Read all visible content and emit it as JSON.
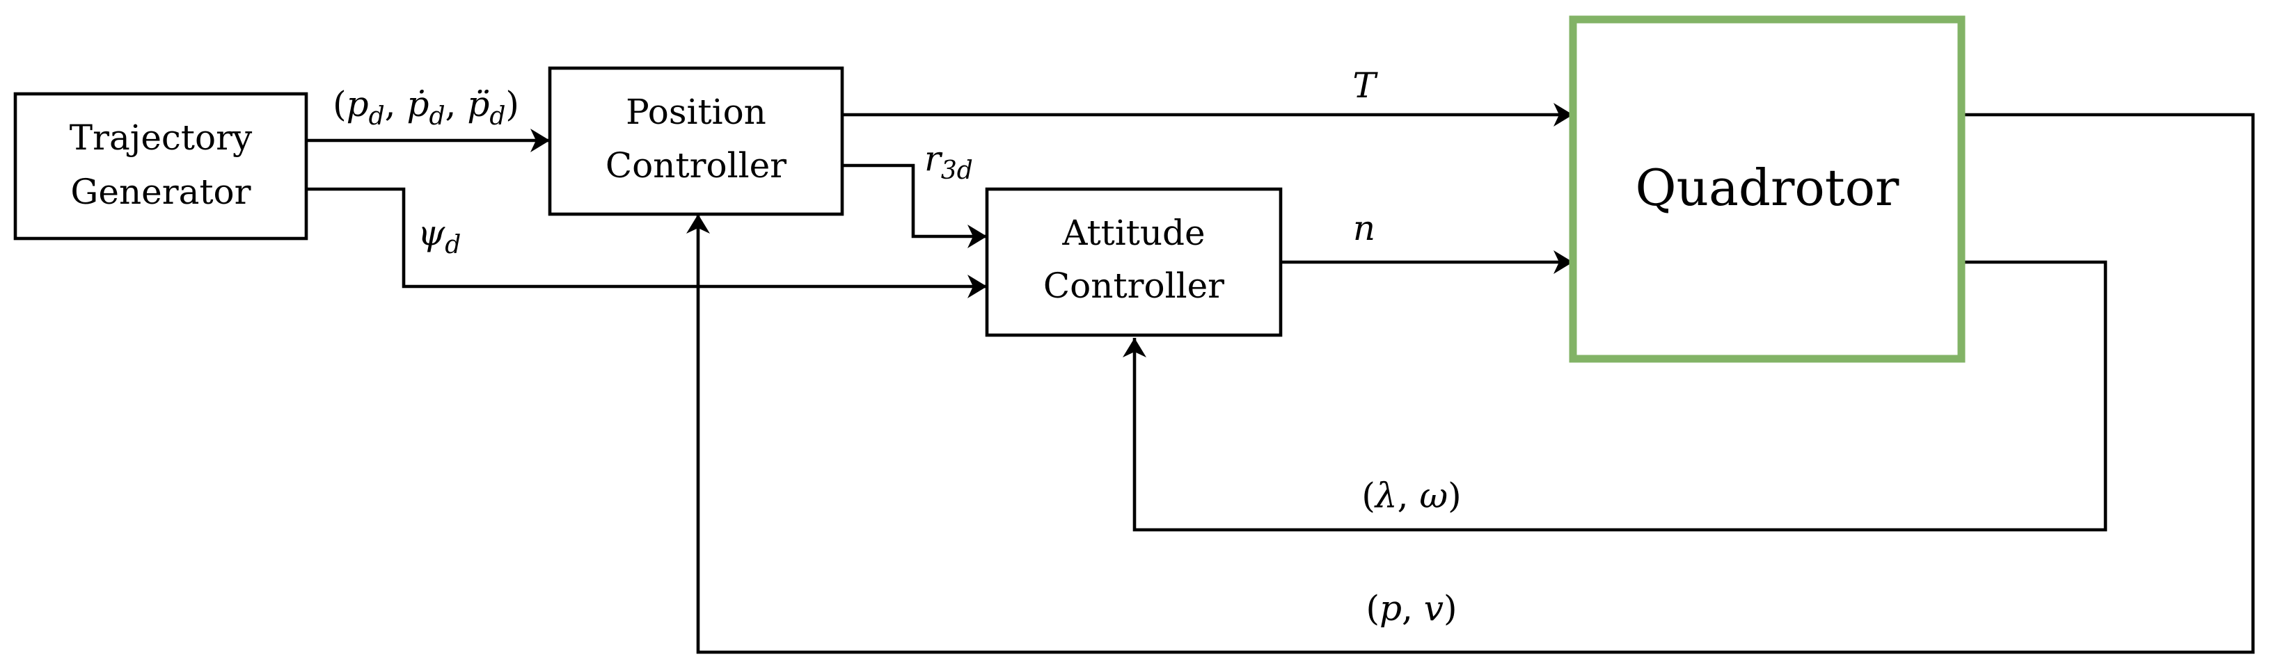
{
  "blocks": {
    "trajectory_generator": {
      "line1": "Trajectory",
      "line2": "Generator"
    },
    "position_controller": {
      "line1": "Position",
      "line2": "Controller"
    },
    "attitude_controller": {
      "line1": "Attitude",
      "line2": "Controller"
    },
    "quadrotor": {
      "label": "Quadrotor"
    }
  },
  "signals": {
    "desired_trajectory": {
      "open": "(",
      "p": "p",
      "p_sub": "d",
      "comma1": ", ",
      "pdot": "ṗ",
      "pdot_sub": "d",
      "comma2": ", ",
      "pddot": "p̈",
      "pddot_sub": "d",
      "close": ")"
    },
    "desired_yaw": {
      "symbol": "ψ",
      "sub": "d"
    },
    "desired_thrust_direction": {
      "symbol": "r",
      "sub": "3d"
    },
    "thrust": {
      "symbol": "T"
    },
    "moment": {
      "symbol": "n"
    },
    "attitude_feedback": {
      "open": "(",
      "a": "λ",
      "sep": ", ",
      "b": "ω",
      "close": ")"
    },
    "position_feedback": {
      "open": "(",
      "a": "p",
      "sep": ", ",
      "b": "v",
      "close": ")"
    }
  },
  "colors": {
    "line": "#000000",
    "quadrotor_border": "#82b366",
    "background": "#ffffff"
  }
}
